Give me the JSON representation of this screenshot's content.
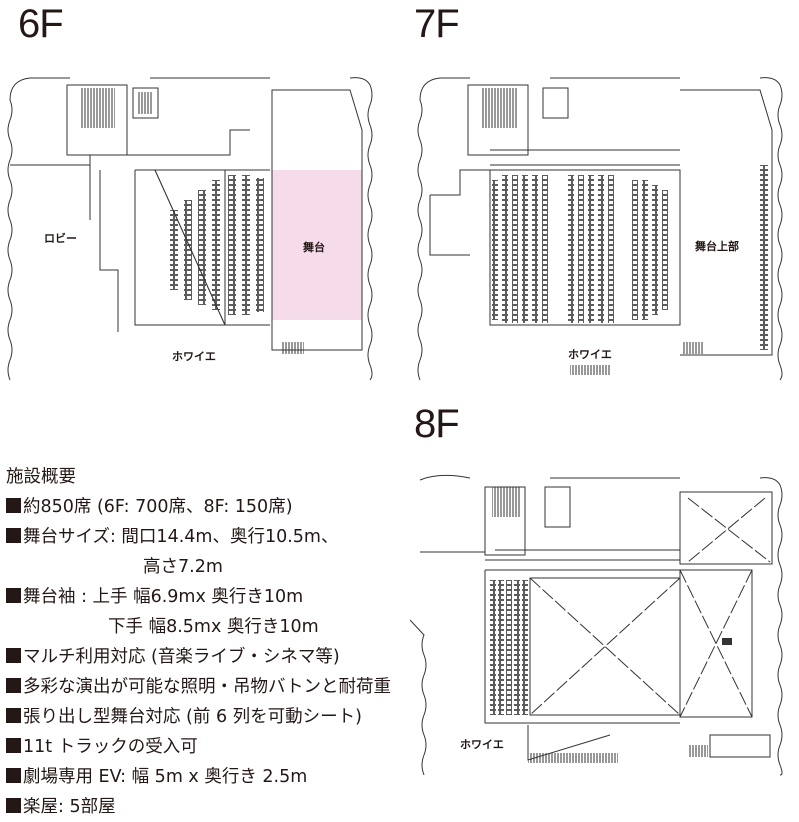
{
  "floors": {
    "f6": {
      "title": "6F",
      "labels": {
        "lobby": "ロビー",
        "stage": "舞台",
        "foyer": "ホワイエ"
      },
      "stage_color": "#f6dcea"
    },
    "f7": {
      "title": "7F",
      "labels": {
        "stage_upper": "舞台上部",
        "foyer": "ホワイエ"
      }
    },
    "f8": {
      "title": "8F",
      "labels": {
        "foyer": "ホワイエ"
      }
    }
  },
  "info": {
    "heading": "施設概要",
    "items": [
      "約850席 (6F: 700席、8F: 150席)",
      "舞台サイズ: 間口14.4m、奥行10.5m、",
      "高さ7.2m",
      "舞台袖 : 上手 幅6.9mx 奥行き10m",
      "下手 幅8.5mx 奥行き10m",
      "マルチ利用対応 (音楽ライブ・シネマ等)",
      "多彩な演出が可能な照明・吊物バトンと耐荷重",
      "張り出し型舞台対応 (前 6 列を可動シート)",
      "11t トラックの受入可",
      "劇場専用 EV: 幅 5m x 奥行き 2.5m",
      "楽屋: 5部屋"
    ]
  }
}
